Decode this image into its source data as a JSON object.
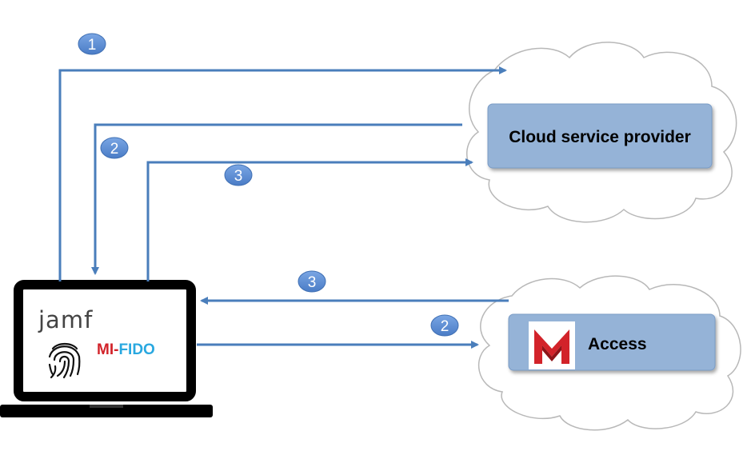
{
  "nodes": {
    "cloud_provider": {
      "label": "Cloud service provider"
    },
    "access": {
      "label": "Access"
    },
    "laptop": {
      "jamf": "jamf",
      "mifido_part1": "MI-",
      "mifido_part2": "FIDO"
    }
  },
  "badges": {
    "top1": "1",
    "top2": "2",
    "top3": "3",
    "bottom3": "3",
    "bottom2": "2"
  },
  "colors": {
    "arrow": "#4a7ebb",
    "badge_fill": "#5b8fd6",
    "box_fill": "#95b3d7",
    "box_stroke": "#7a9cc6",
    "cloud_stroke": "#b8b8b8",
    "laptop": "#000000",
    "mi_red": "#d2232a",
    "fido_blue": "#29a8e0"
  },
  "icons": {
    "fingerprint": "fingerprint-icon",
    "mobileiron": "mobileiron-logo"
  }
}
